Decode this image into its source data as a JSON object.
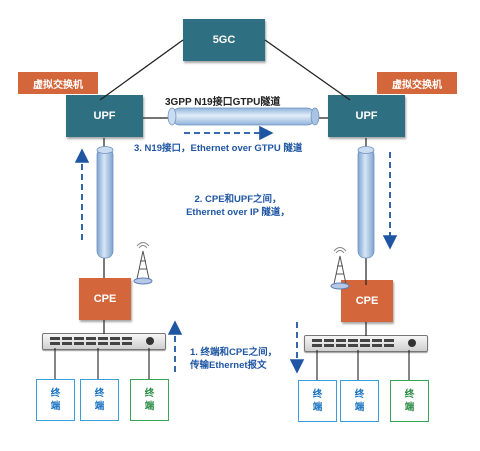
{
  "nodes": {
    "core": "5GC",
    "upf_left": "UPF",
    "upf_right": "UPF",
    "cpe_left": "CPE",
    "cpe_right": "CPE",
    "vswitch_left": "虚拟交换机",
    "vswitch_right": "虚拟交换机"
  },
  "labels": {
    "tunnel_title": "3GPP N19接口GTPU隧道",
    "step3": "3. N19接口，Ethernet over GTPU 隧道",
    "step2_line1": "2. CPE和UPF之间，",
    "step2_line2": "Ethernet over IP 隧道，",
    "step1_line1": "1. 终端和CPE之间，",
    "step1_line2": "传输Ethernet报文"
  },
  "terminals_left": [
    {
      "line1": "终",
      "line2": "端"
    },
    {
      "line1": "终",
      "line2": "端"
    },
    {
      "line1": "终",
      "line2": "端"
    }
  ],
  "terminals_right": [
    {
      "line1": "终",
      "line2": "端"
    },
    {
      "line1": "终",
      "line2": "端"
    },
    {
      "line1": "终",
      "line2": "端"
    }
  ],
  "colors": {
    "node": "#2f6f82",
    "cpe": "#d4663c",
    "label": "#1f56a3",
    "tunnel": "#a9c7e8",
    "terminal_blue": "#3a9fd8",
    "terminal_green": "#3aa557"
  }
}
